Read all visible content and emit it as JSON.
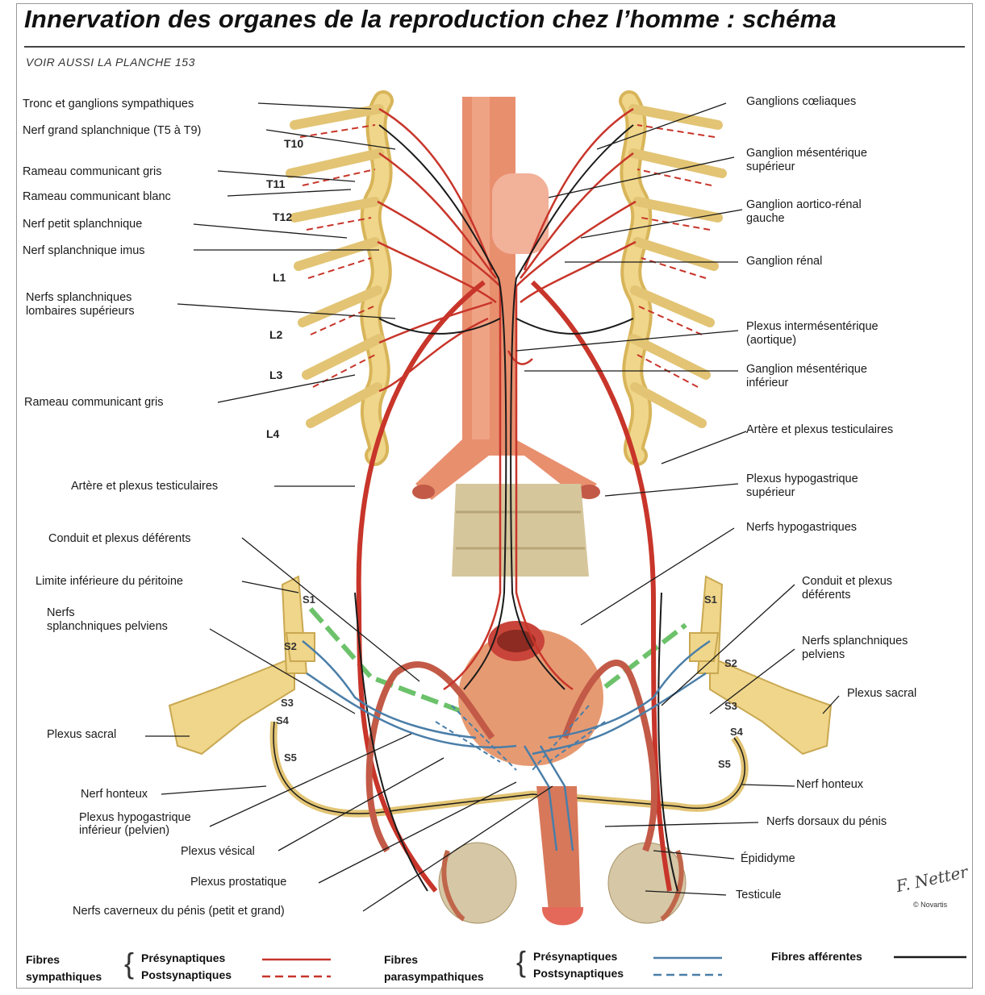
{
  "title": "Innervation des organes de la reproduction chez l’homme : schéma",
  "subtitle": "VOIR AUSSI LA PLANCHE 153",
  "labels_left": [
    "Tronc et ganglions sympathiques",
    "Nerf grand splanchnique (T5 à T9)",
    "Rameau communicant gris",
    "Rameau communicant blanc",
    "Nerf petit splanchnique",
    "Nerf splanchnique imus",
    "Nerfs splanchniques",
    "lombaires supérieurs",
    "Rameau communicant gris",
    "Artère et plexus testiculaires",
    "Conduit et plexus déférents",
    "Limite inférieure du péritoine",
    "Nerfs",
    "splanchniques pelviens",
    "Plexus sacral",
    "Nerf honteux",
    "Plexus hypogastrique",
    "inférieur (pelvien)",
    "Plexus vésical",
    "Plexus prostatique",
    "Nerfs caverneux du pénis (petit et grand)"
  ],
  "labels_right": [
    "Ganglions cœliaques",
    "Ganglion mésentérique",
    "supérieur",
    "Ganglion aortico-rénal",
    "gauche",
    "Ganglion rénal",
    "Plexus intermésentérique",
    "(aortique)",
    "Ganglion mésentérique",
    "inférieur",
    "Artère et plexus testiculaires",
    "Plexus hypogastrique",
    "supérieur",
    "Nerfs hypogastriques",
    "Conduit et plexus",
    "déférents",
    "Nerfs splanchniques",
    "pelviens",
    "Plexus sacral",
    "Nerf honteux",
    "Nerfs dorsaux du pénis",
    "Épididyme",
    "Testicule"
  ],
  "vertebrae": [
    "T10",
    "T11",
    "T12",
    "L1",
    "L2",
    "L3",
    "L4"
  ],
  "sacral_left": [
    "S1",
    "S2",
    "S3",
    "S4",
    "S5"
  ],
  "sacral_right": [
    "S1",
    "S2",
    "S3",
    "S4",
    "S5"
  ],
  "legend": {
    "symp_line1": "Fibres",
    "symp_line2": "sympathiques",
    "para_line1": "Fibres",
    "para_line2": "parasympathiques",
    "pre": "Présynaptiques",
    "post": "Postsynaptiques",
    "afferent": "Fibres afférentes"
  },
  "signature": "F. Netter",
  "copyright": "© Novartis",
  "colors": {
    "sympathetic": "#c8352a",
    "parasympathetic": "#4a7ea8",
    "afferent": "#1a1a1a",
    "nerve": "#e8c96a",
    "aorta": "#e98c6c",
    "peritoneum": "#6cc26a"
  }
}
